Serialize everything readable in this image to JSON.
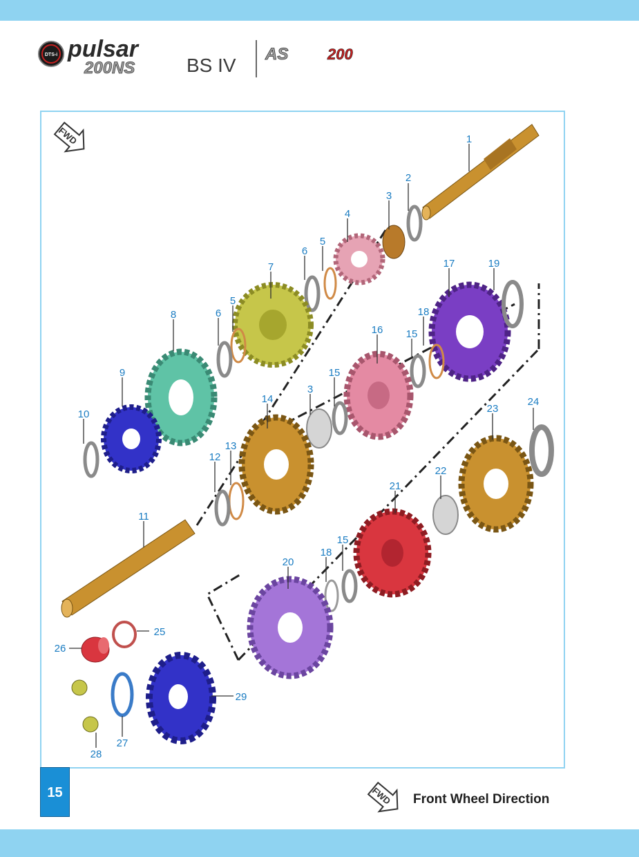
{
  "header": {
    "brand_script": "pulsar",
    "model": "200NS",
    "emission": "BS IV",
    "second_model_prefix": "AS",
    "second_model_num": "200",
    "badge_text": "DTS-i"
  },
  "page_number": "15",
  "fwd_label": "FWD",
  "legend": {
    "fwd_label": "FWD",
    "text": "Front Wheel Direction"
  },
  "colors": {
    "band": "#8fd3f1",
    "frame_border": "#8fd3f1",
    "callout": "#1a7cc2",
    "page_badge": "#1a8fd6",
    "gold": "#c9912f",
    "yellow_green": "#c6c64a",
    "teal": "#5fc3a6",
    "purple": "#7a3ec4",
    "violet": "#a475d8",
    "pink": "#e48aa3",
    "blue": "#3232c8",
    "red": "#d9363f"
  },
  "callouts": [
    "1",
    "2",
    "3",
    "4",
    "5",
    "6",
    "7",
    "5",
    "6",
    "8",
    "9",
    "10",
    "17",
    "19",
    "18",
    "15",
    "16",
    "15",
    "3",
    "14",
    "13",
    "12",
    "11",
    "24",
    "23",
    "22",
    "21",
    "15",
    "18",
    "20",
    "25",
    "26",
    "27",
    "28",
    "29"
  ],
  "parts": [
    {
      "name": "shaft-main",
      "color": "gold"
    },
    {
      "name": "gear-4",
      "color": "pink"
    },
    {
      "name": "gear-7",
      "color": "yellow_green"
    },
    {
      "name": "gear-8",
      "color": "teal"
    },
    {
      "name": "gear-9",
      "color": "blue"
    },
    {
      "name": "gear-17",
      "color": "purple"
    },
    {
      "name": "gear-16",
      "color": "pink"
    },
    {
      "name": "gear-14",
      "color": "gold"
    },
    {
      "name": "shaft-counter",
      "color": "gold"
    },
    {
      "name": "gear-23",
      "color": "gold"
    },
    {
      "name": "gear-21",
      "color": "red"
    },
    {
      "name": "gear-20",
      "color": "violet"
    },
    {
      "name": "sprocket-29",
      "color": "blue"
    },
    {
      "name": "collar-26",
      "color": "red"
    }
  ]
}
